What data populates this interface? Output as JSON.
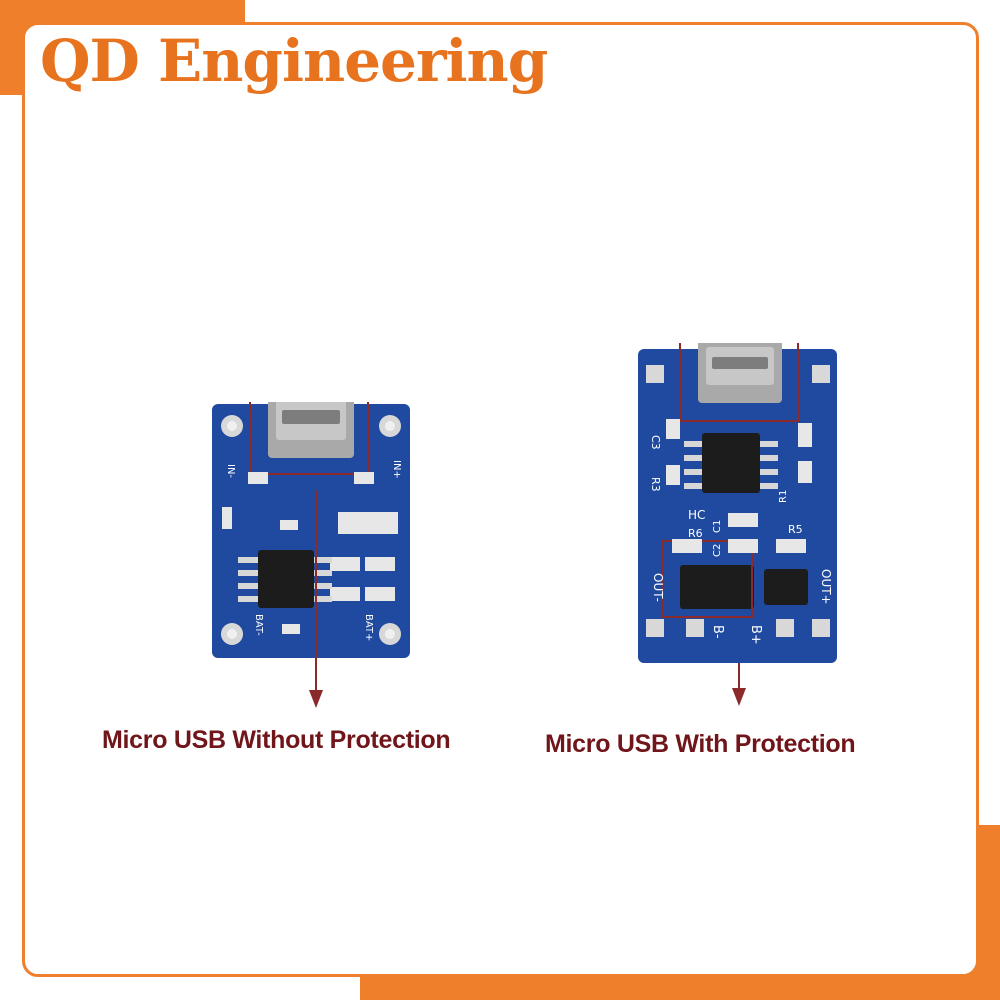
{
  "brand": {
    "title": "QD Engineering"
  },
  "boards": [
    {
      "caption": "Micro USB Without Protection",
      "labels": [
        "IN-",
        "IN+",
        "BAT-",
        "BAT+"
      ]
    },
    {
      "caption": "Micro USB With Protection",
      "labels": [
        "OUT-",
        "OUT+",
        "B-",
        "B+",
        "C3",
        "R3",
        "R6",
        "C1",
        "C2",
        "R5",
        "R1",
        "HC"
      ]
    }
  ],
  "colors": {
    "accent": "#f07f2c",
    "title": "#e8731e",
    "caption": "#70161b",
    "pcb": "#1f4aa0",
    "highlight": "#8a2a2a"
  }
}
